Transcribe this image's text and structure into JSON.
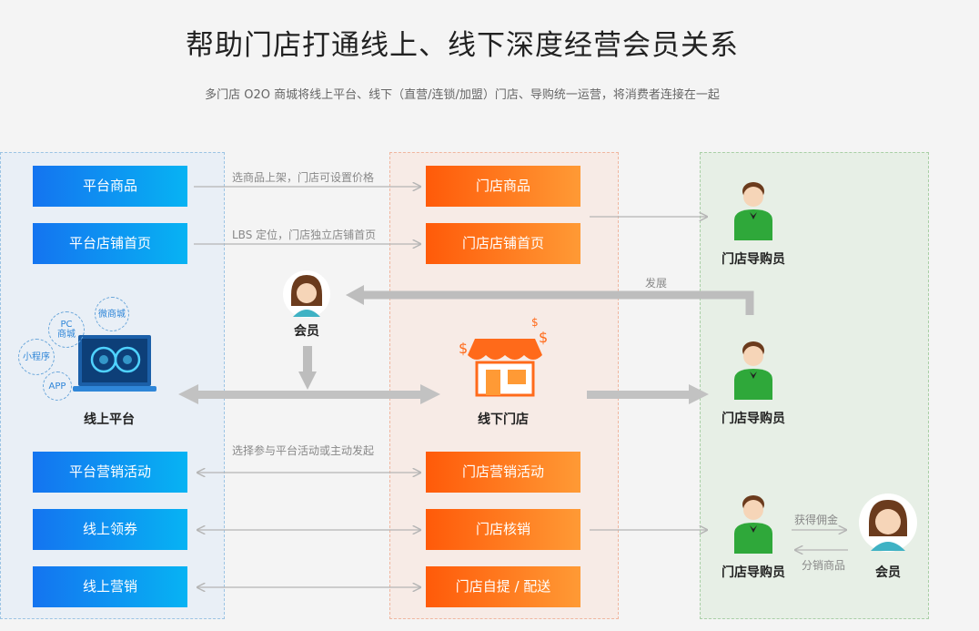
{
  "header": {
    "title": "帮助门店打通线上、线下深度经营会员关系",
    "subtitle": "多门店 O2O 商城将线上平台、线下（直营/连锁/加盟）门店、导购统一运营，将消费者连接在一起"
  },
  "online": {
    "caption": "线上平台",
    "top_buttons": [
      "平台商品",
      "平台店铺首页"
    ],
    "bottom_buttons": [
      "平台营销活动",
      "线上领券",
      "线上营销"
    ],
    "bubbles": [
      "PC\n商城",
      "微商城",
      "小程序",
      "APP"
    ]
  },
  "offline": {
    "caption": "线下门店",
    "top_buttons": [
      "门店商品",
      "门店店铺首页"
    ],
    "bottom_buttons": [
      "门店营销活动",
      "门店核销",
      "门店自提 / 配送"
    ]
  },
  "arrow_labels": {
    "products": "选商品上架，门店可设置价格",
    "homepage": "LBS 定位，门店独立店铺首页",
    "marketing": "选择参与平台活动或主动发起",
    "develop": "发展",
    "commission": "获得佣金",
    "distribute": "分销商品"
  },
  "people": {
    "member_top": "会员",
    "guide_1": "门店导购员",
    "guide_2": "门店导购员",
    "guide_3": "门店导购员",
    "member_right": "会员"
  },
  "colors": {
    "blue_start": "#1474f0",
    "blue_end": "#07b3f3",
    "orange_start": "#ff5a09",
    "orange_end": "#ff9a35",
    "guide_green": "#2fa83a",
    "arrow_gray": "#b9b9b9"
  }
}
